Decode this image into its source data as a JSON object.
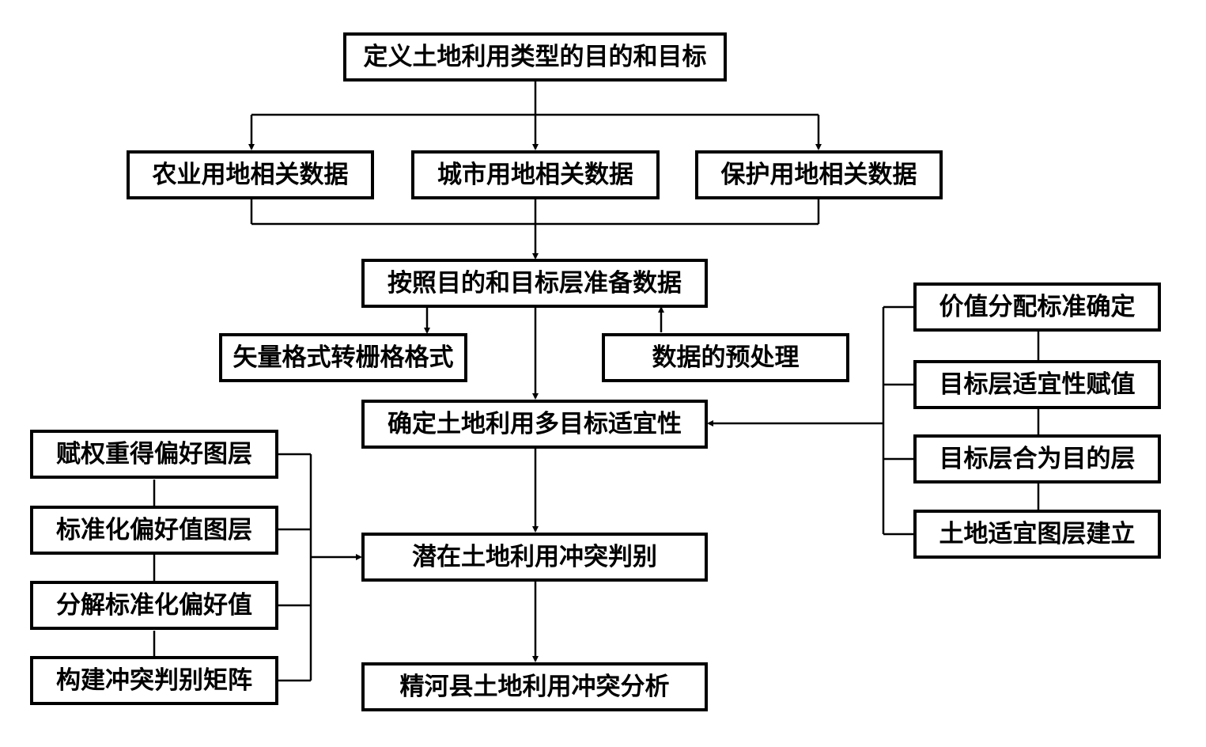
{
  "diagram": {
    "nodes": {
      "n_goal": "定义土地利用类型的目的和目标",
      "n_agri": "农业用地相关数据",
      "n_urban": "城市用地相关数据",
      "n_protect": "保护用地相关数据",
      "n_prepare": "按照目的和目标层准备数据",
      "n_vector": "矢量格式转栅格格式",
      "n_preprocess": "数据的预处理",
      "n_suitability": "确定土地利用多目标适宜性",
      "n_conflict": "潜在土地利用冲突判别",
      "n_analysis": "精河县土地利用冲突分析",
      "n_weight": "赋权重得偏好图层",
      "n_norm": "标准化偏好值图层",
      "n_decomp": "分解标准化偏好值",
      "n_matrix": "构建冲突判别矩阵",
      "n_value": "价值分配标准确定",
      "n_assign": "目标层适宜性赋值",
      "n_merge": "目标层合为目的层",
      "n_build": "土地适宜图层建立"
    }
  }
}
